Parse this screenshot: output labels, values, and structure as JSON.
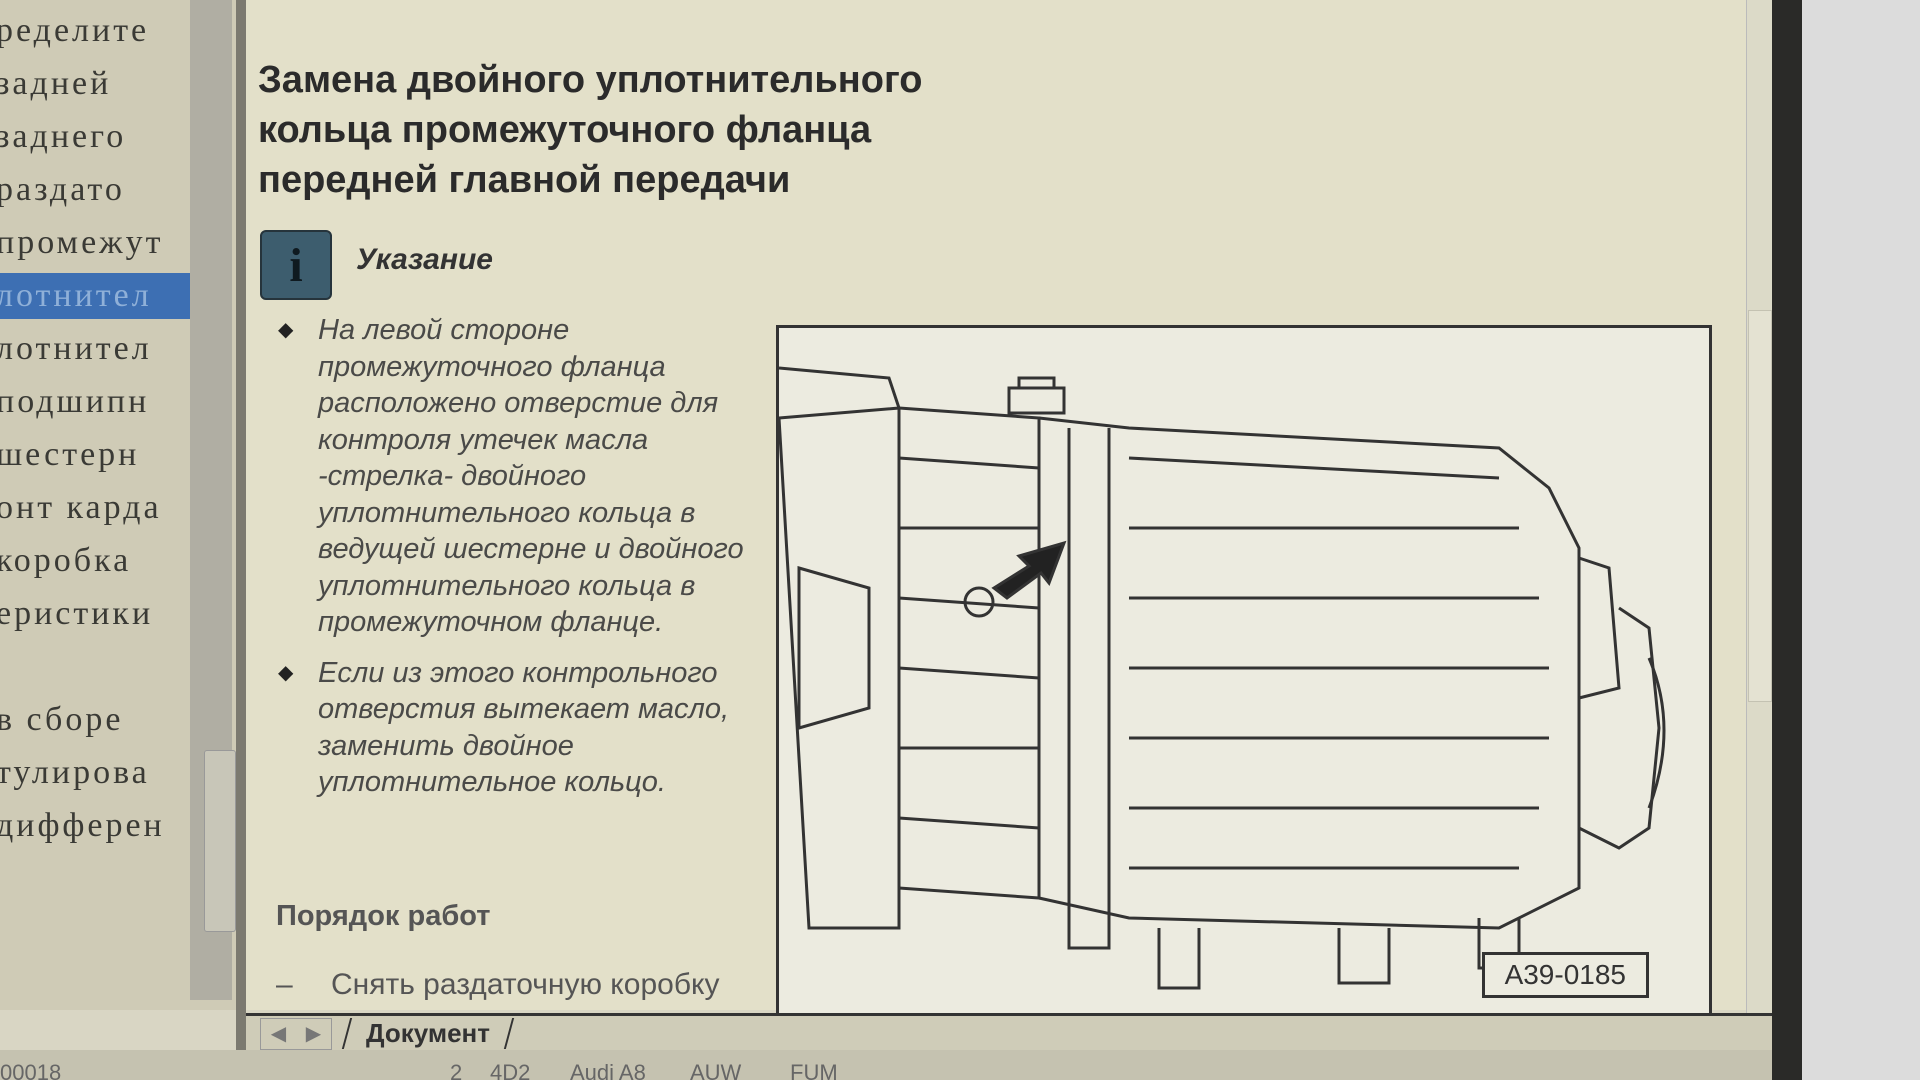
{
  "nav_tree": {
    "items": [
      "ределите",
      "задней",
      "заднего",
      "раздато",
      "промежут",
      "лотнител",
      "лотнител",
      "подшипн",
      "шестерн",
      "онт карда",
      "коробка",
      "еристики",
      "",
      "в сборе",
      "тулирова",
      "дифферен"
    ],
    "selected_index": 5
  },
  "document": {
    "title_lines": [
      "Замена двойного уплотнительного",
      "кольца промежуточного фланца",
      "передней главной передачи"
    ],
    "note_label": "Указание",
    "bullets": [
      "На левой стороне промежуточного фланца расположено отверстие для контроля утечек масла -стрелка- двойного уплотнительного кольца в ведущей шестерне и двойного уплотнительного кольца в промежуточном фланце.",
      "Если из этого контрольного отверстия вытекает масло, заменить двойное уплотнительное кольцо."
    ],
    "bullet_symbol": "◆",
    "steps_title": "Порядок работ",
    "steps": [
      {
        "dash": "–",
        "text": "Снять раздаточную коробку"
      }
    ],
    "figure_id": "A39-0185"
  },
  "tabs": {
    "prev": "◀",
    "next": "▶",
    "active": "Документ"
  },
  "status_bar": [
    "00018",
    "2",
    "4D2",
    "Audi A8",
    "AUW",
    "FUM"
  ],
  "colors": {
    "selection": "#3d6fb3",
    "background": "#e3e0c9"
  }
}
